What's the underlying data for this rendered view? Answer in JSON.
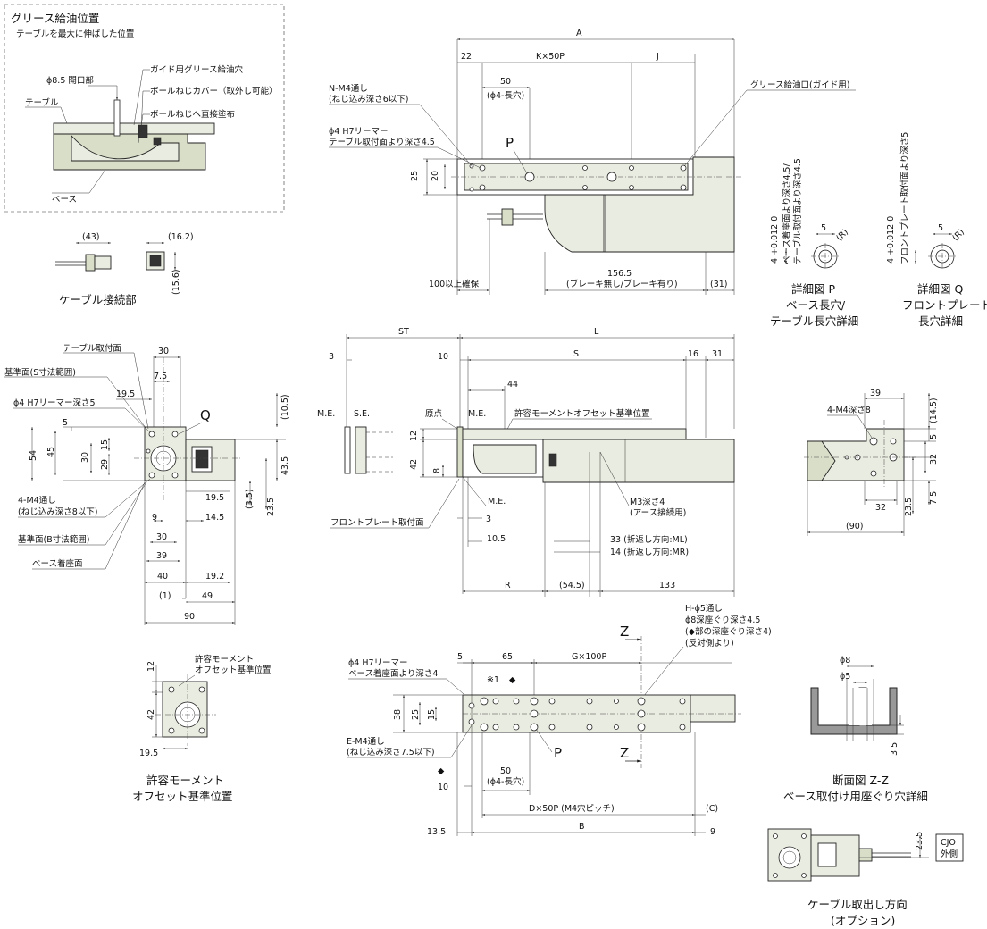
{
  "grease_box": {
    "title": "グリース給油位置",
    "subtitle": "テーブルを最大に伸ばした位置",
    "phi_opening": "ϕ8.5 開口部",
    "guide_hole": "ガイド用グリース給油穴",
    "ball_cover": "ボールねじカバー（取外し可能）",
    "ball_direct": "ボールねじへ直接塗布",
    "table": "テーブル",
    "base": "ベース"
  },
  "cable_conn": {
    "caption": "ケーブル接続部",
    "d43": "(43)",
    "d16_2": "(16.2)",
    "d15_6": "(15.6)"
  },
  "top_view": {
    "A": "A",
    "d22": "22",
    "KxP": "K×50P",
    "J": "J",
    "d50": "50",
    "phi4_slot": "(ϕ4-長穴)",
    "P": "P",
    "nm4_1": "N-M4通し",
    "nm4_2": "(ねじ込み深さ6以下)",
    "h7_1": "ϕ4 H7リーマー",
    "h7_2": "テーブル取付面より深さ4.5",
    "grease_port": "グリース給油口(ガイド用)",
    "d25": "25",
    "d20": "20",
    "d100": "100以上確保",
    "d156_5": "156.5",
    "brake": "(ブレーキ無し/ブレーキ有り)",
    "d31": "(31)"
  },
  "detail_p": {
    "tol": "4 +0.012 0",
    "depth1": "ベース着座面より深さ4.5/",
    "depth2": "テーブル取付面より深さ4.5",
    "d5": "5",
    "R": "(R)",
    "cap1": "詳細図 P",
    "cap2": "ベース長穴/",
    "cap3": "テーブル長穴詳細"
  },
  "detail_q": {
    "tol": "4 +0.012 0",
    "depth": "フロントプレート取付面より深さ5",
    "d5": "5",
    "R": "(R)",
    "cap1": "詳細図 Q",
    "cap2": "フロントプレート",
    "cap3": "長穴詳細"
  },
  "front_view": {
    "table_face": "テーブル取付面",
    "ref_s": "基準面(S寸法範囲)",
    "h7": "ϕ4 H7リーマー深さ5",
    "Q": "Q",
    "d30a": "30",
    "d7_5": "7.5",
    "d19_5": "19.5",
    "d10_5": "(10.5)",
    "d5": "5",
    "d54": "54",
    "d45": "45",
    "d30b": "30",
    "d15": "15",
    "d29": "29",
    "d43_5": "43.5",
    "d19_5b": "19.5",
    "d3_5": "(3.5)",
    "d23_5": "23.5",
    "m4_1": "4-M4通し",
    "m4_2": "(ねじ込み深さ8以下)",
    "d9": "9",
    "d14_5": "14.5",
    "ref_b": "基準面(B寸法範囲)",
    "d30c": "30",
    "base_face": "ベース着座面",
    "d39": "39",
    "d40": "40",
    "d19_2": "19.2",
    "d1": "(1)",
    "d49": "49",
    "d90": "90"
  },
  "side_view": {
    "ST": "ST",
    "L": "L",
    "d3": "3",
    "d10": "10",
    "S": "S",
    "d16": "16",
    "d31": "31",
    "d44": "44",
    "ME1": "M.E.",
    "SE": "S.E.",
    "origin": "原点",
    "ME2": "M.E.",
    "moment": "許容モーメントオフセット基準位置",
    "d12": "12",
    "d42": "42",
    "d8": "8",
    "ME3": "M.E.",
    "m3": "M3深さ4",
    "earth": "(アース接続用)",
    "front_plate": "フロントプレート取付面",
    "d3b": "3",
    "d10_5": "10.5",
    "d33": "33 (折返し方向:ML)",
    "d14": "14 (折返し方向:MR)",
    "R": "R",
    "d54_5": "(54.5)",
    "d133": "133"
  },
  "rear_view": {
    "d39": "39",
    "m4": "4-M4深さ8",
    "d14_5": "(14.5)",
    "d5": "5",
    "d32a": "32",
    "d32b": "32",
    "d23_5": "23.5",
    "d7_5": "7.5",
    "d90": "(90)"
  },
  "moment_view": {
    "label1": "許容モーメント",
    "label2": "オフセット基準位置",
    "d12": "12",
    "d42": "42",
    "d19_5": "19.5",
    "cap1": "許容モーメント",
    "cap2": "オフセット基準位置"
  },
  "bottom_view": {
    "d5": "5",
    "d65": "65",
    "GxP": "G×100P",
    "Z1": "Z",
    "Z2": "Z",
    "h7_1": "ϕ4 H7リーマー",
    "h7_2": "ベース着座面より深さ4",
    "note1": "※1",
    "diamond1": "◆",
    "hphi_1": "H-ϕ5通し",
    "hphi_2": "ϕ8深座ぐり深さ4.5",
    "hphi_3": "(◆部の深座ぐり深さ4)",
    "hphi_4": "(反対側より)",
    "d38": "38",
    "d25": "25",
    "d15": "15",
    "em4_1": "E-M4通し",
    "em4_2": "(ねじ込み深さ7.5以下)",
    "P": "P",
    "diamond2": "◆",
    "d10": "10",
    "d50": "50",
    "phi4": "(ϕ4-長穴)",
    "DxP": "D×50P (M4穴ピッチ)",
    "C": "(C)",
    "d13_5": "13.5",
    "B": "B",
    "d9": "9"
  },
  "section_zz": {
    "phi8": "ϕ8",
    "phi5": "ϕ5",
    "d3_5": "3.5",
    "cap1": "断面図 Z-Z",
    "cap2": "ベース取付け用座ぐり穴詳細"
  },
  "cable_option": {
    "cjo1": "CJO",
    "cjo2": "外側",
    "d23_5": "23.5",
    "cap1": "ケーブル取出し方向",
    "cap2": "(オプション)"
  }
}
